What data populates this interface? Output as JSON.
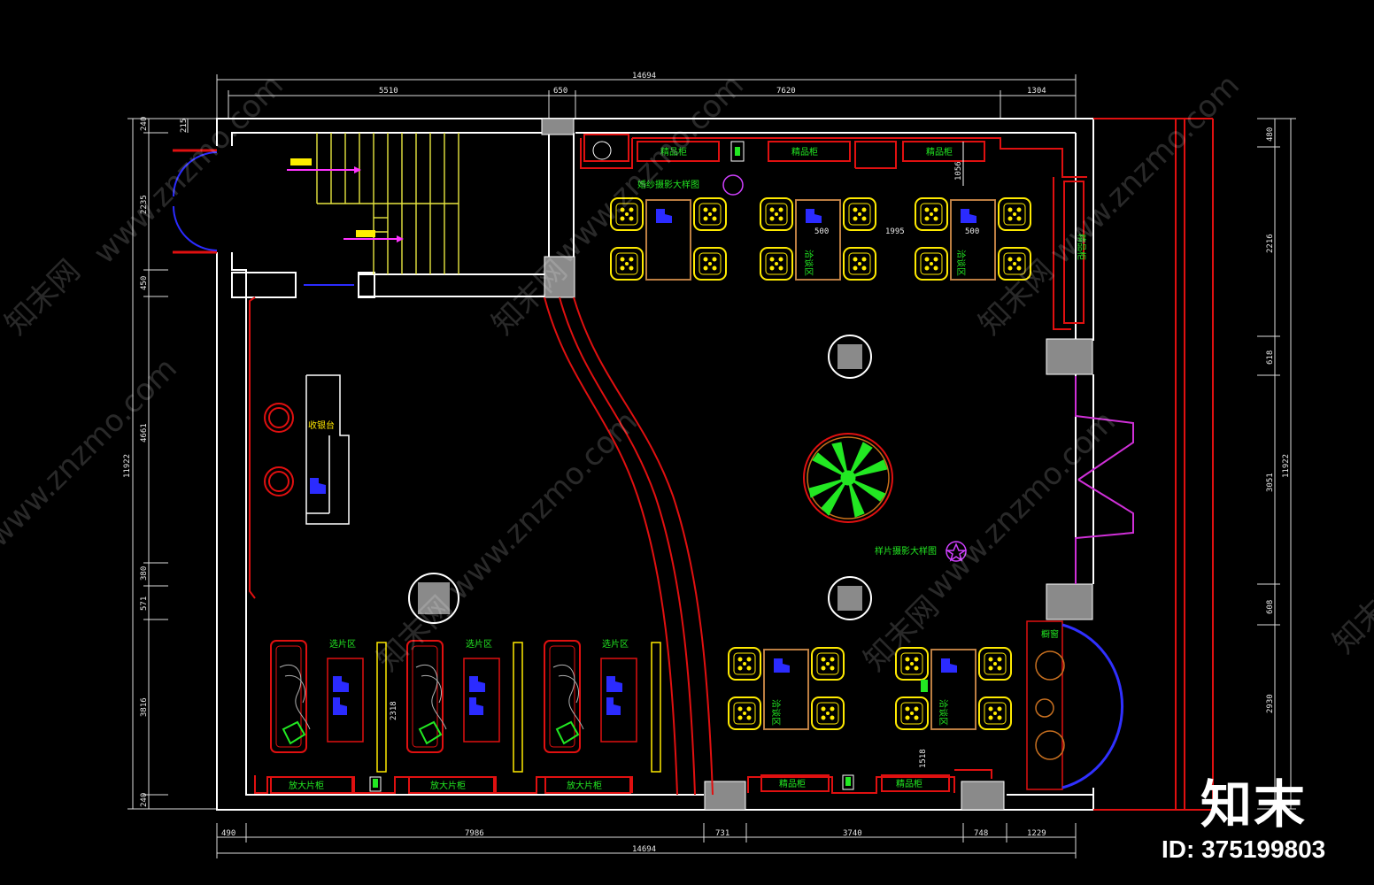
{
  "dimensions": {
    "top_total": "14694",
    "top_segments": [
      "5510",
      "650",
      "7620",
      "1304"
    ],
    "bottom_segments": [
      "490",
      "7986",
      "731",
      "3740",
      "748",
      "1229"
    ],
    "bottom_total": "14694",
    "left_total": "11922",
    "left_segments": [
      "240",
      "2235",
      "450",
      "4661",
      "380",
      "571",
      "3816",
      "240"
    ],
    "left_small": "215",
    "right_total": "11922",
    "right_segments": [
      "480",
      "2216",
      "618",
      "3051",
      "608",
      "2930"
    ],
    "interior": [
      "500",
      "1995",
      "500",
      "1056",
      "2318",
      "1518"
    ]
  },
  "labels": {
    "cabinets_top": [
      "精品柜",
      "精品柜",
      "精品柜"
    ],
    "cabinets_bottom_left": [
      "放大片柜",
      "放大片柜",
      "放大片柜"
    ],
    "cabinets_bottom_right": [
      "精品柜",
      "精品柜"
    ],
    "cashier": "收银台",
    "album_tables": [
      "选片区",
      "选片区",
      "选片区"
    ],
    "seat_area": "洽谈区",
    "right_wall_cabinet": "精品柜",
    "showcase": "橱窗",
    "photo_frame_top": "婚纱摄影大样图",
    "photo_frame_mid": "样片摄影大样图"
  },
  "watermark": {
    "site": "www.znzmo.com",
    "brand_cn": "知末网",
    "logo": "知末",
    "id": "ID: 375199803"
  }
}
